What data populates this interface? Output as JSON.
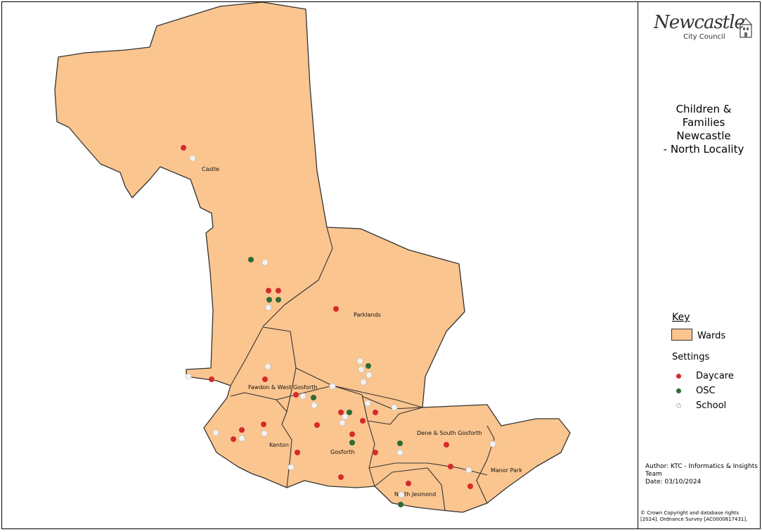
{
  "map": {
    "wards": [
      {
        "name": "Castle"
      },
      {
        "name": "Parklands"
      },
      {
        "name": "Fawdon & West Gosforth"
      },
      {
        "name": "Kenton"
      },
      {
        "name": "Gosforth"
      },
      {
        "name": "Dene & South Gosforth"
      },
      {
        "name": "North Jesmond"
      },
      {
        "name": "Manor Park"
      }
    ],
    "colors": {
      "ward_fill": "#fbc58f",
      "ward_stroke": "#333333",
      "daycare": "#d62a2a",
      "osc": "#2e6b32",
      "school": "#f2f2f2"
    }
  },
  "logo": {
    "name": "Newcastle",
    "subtitle": "City Council"
  },
  "title": "Children &\nFamilies\nNewcastle\n- North Locality",
  "legend": {
    "heading": "Key",
    "wards_label": "Wards",
    "settings_heading": "Settings",
    "items": [
      {
        "label": "Daycare",
        "color": "#d62a2a"
      },
      {
        "label": "OSC",
        "color": "#2e6b32"
      },
      {
        "label": "School",
        "color": "#f2f2f2"
      }
    ]
  },
  "author": "Author: KTC - Informatics & Insights\nTeam\nDate: 03/10/2024",
  "copyright": "© Crown Copyright and database rights\n[2024]. Ordnance Survey [AC0000817431]."
}
